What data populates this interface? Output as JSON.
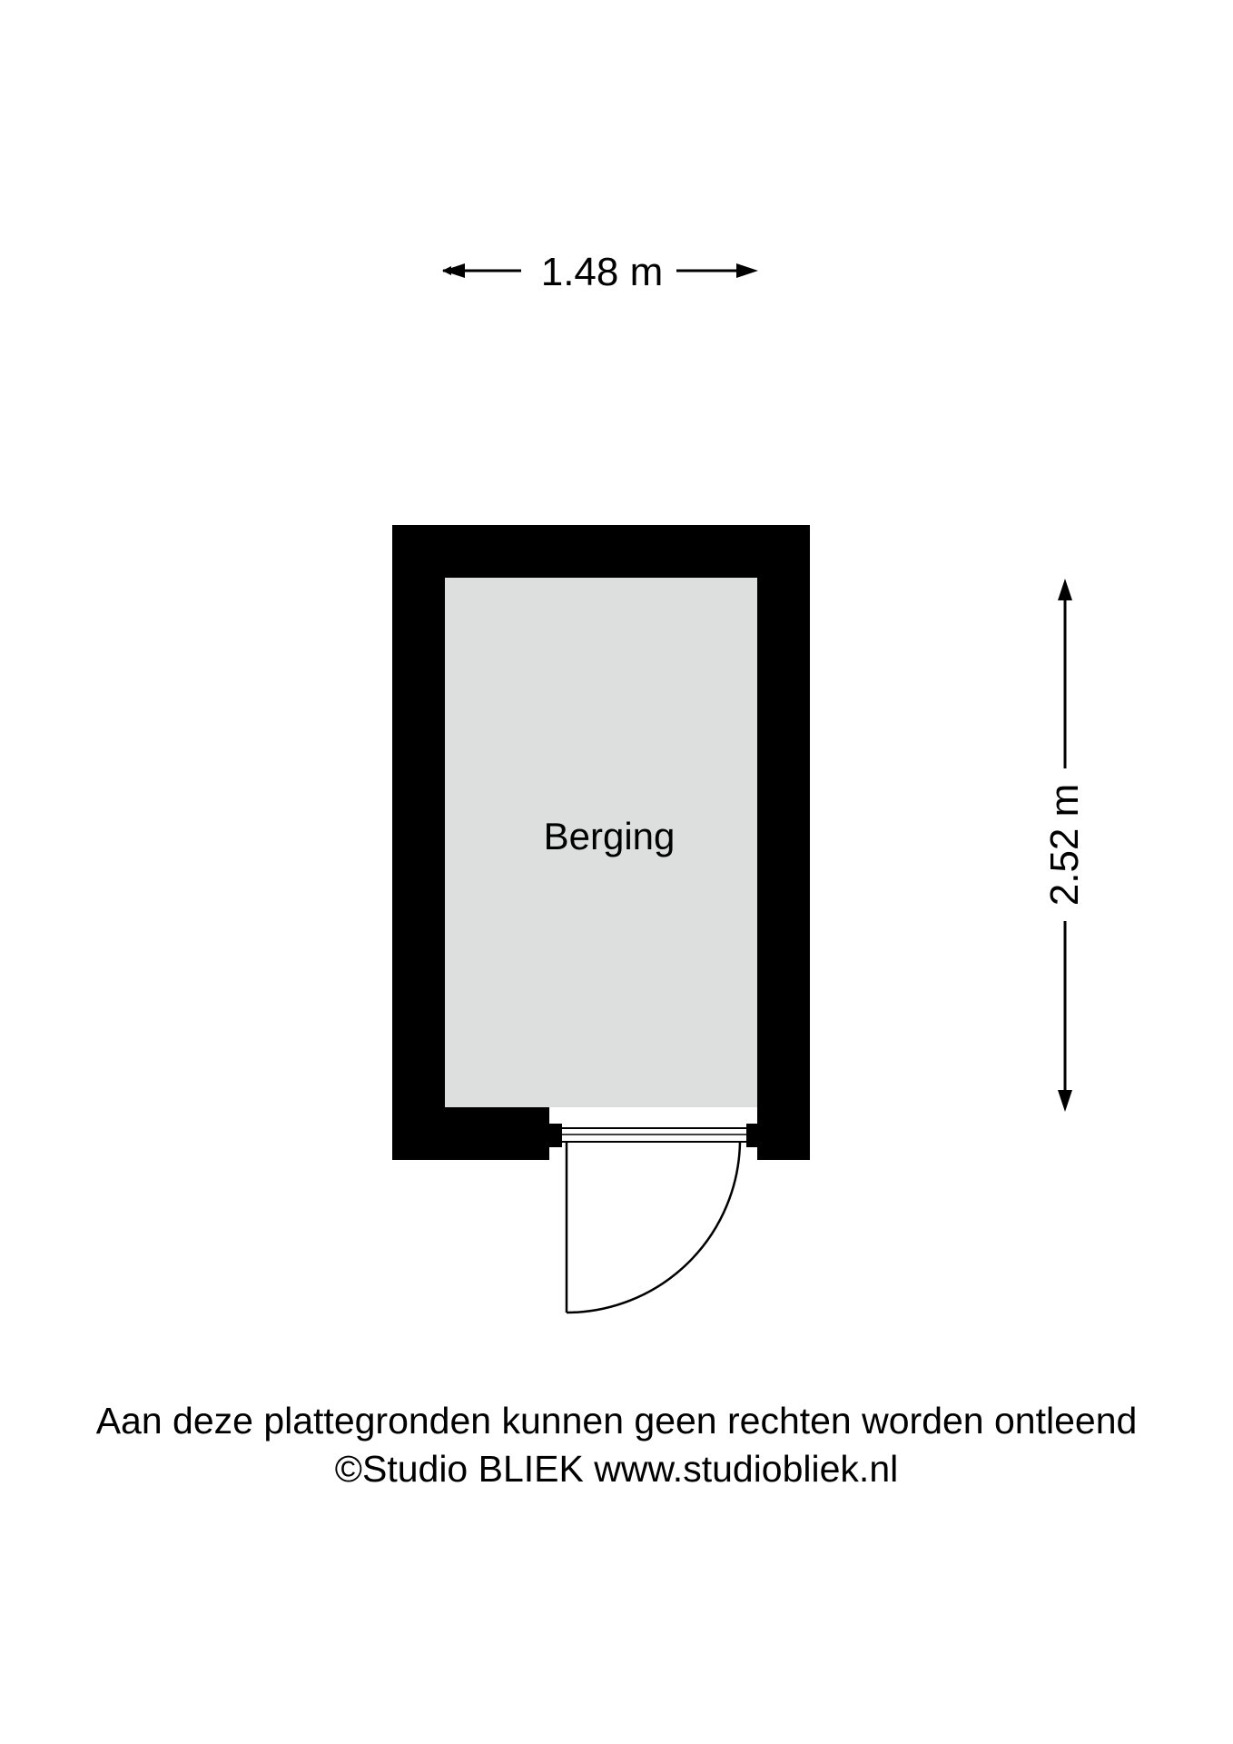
{
  "colors": {
    "wall": "#000000",
    "floor": "#dcdfde",
    "line": "#000000",
    "background": "#ffffff"
  },
  "dimensions": {
    "width_label": "1.48 m",
    "height_label": "2.52 m"
  },
  "room": {
    "label": "Berging"
  },
  "footer": {
    "disclaimer": "Aan deze plattegronden kunnen geen rechten worden ontleend",
    "copyright": "©Studio BLIEK www.studiobliek.nl"
  }
}
